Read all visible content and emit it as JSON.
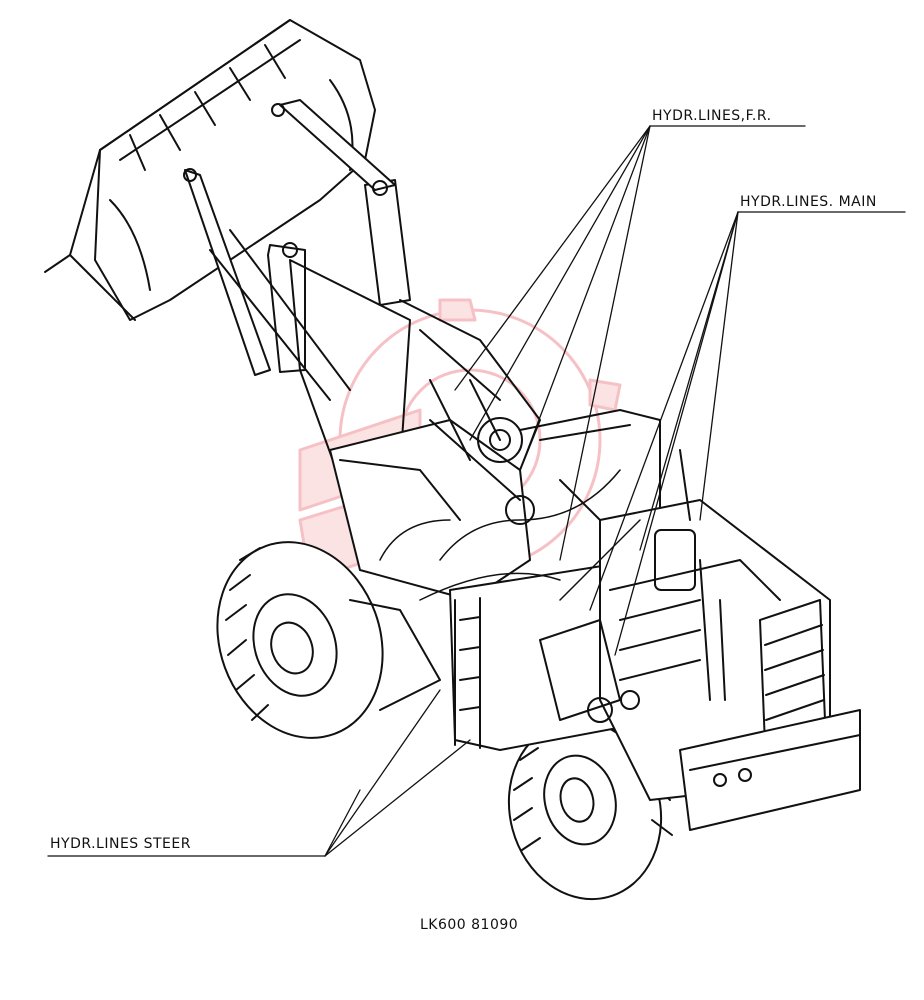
{
  "callouts": {
    "fr": "HYDR.LINES,F.R.",
    "main": "HYDR.LINES. MAIN",
    "steer": "HYDR.LINES STEER"
  },
  "caption": "LK600 81090",
  "colors": {
    "ink": "#111111",
    "watermark": "#e8505b"
  }
}
